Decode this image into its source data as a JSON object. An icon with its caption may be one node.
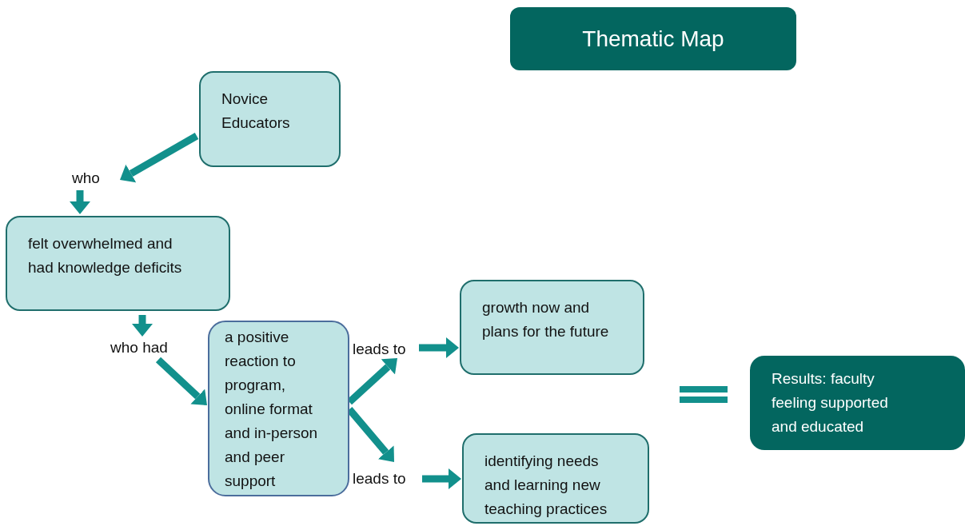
{
  "diagram": {
    "nodes": [
      {
        "text": [
          "Thematic Map"
        ]
      },
      {
        "text": [
          "Novice Educators"
        ]
      },
      {
        "text": [
          "who"
        ]
      },
      {
        "text": [
          "felt overwhelmed and had knowledge deficits"
        ]
      },
      {
        "text": [
          "who had"
        ]
      },
      {
        "text": [
          "a positive reaction to program, online format and in-person and peer support"
        ]
      },
      {
        "text": [
          "leads to"
        ]
      },
      {
        "text": [
          "growth now and plans for the future"
        ]
      },
      {
        "text": [
          "leads to"
        ]
      },
      {
        "text": [
          "identifying needs and learning new teaching practices"
        ]
      },
      {
        "text": [
          "Results: faculty feeling supported and educated"
        ]
      }
    ],
    "edges": [
      {
        "from": 1,
        "to": 2,
        "arrow": "to"
      },
      {
        "from": 2,
        "to": 3,
        "arrow": "to"
      },
      {
        "from": 3,
        "to": 4,
        "arrow": "to"
      },
      {
        "from": 4,
        "to": 5,
        "arrow": "to"
      },
      {
        "from": 5,
        "to": 6,
        "arrow": "to"
      },
      {
        "from": 6,
        "to": 7,
        "arrow": "to"
      },
      {
        "from": 5,
        "to": 8,
        "arrow": "to"
      },
      {
        "from": 8,
        "to": 9,
        "arrow": "to"
      }
    ]
  }
}
